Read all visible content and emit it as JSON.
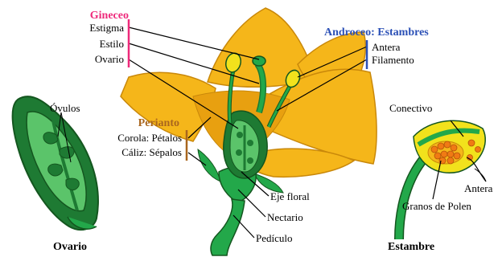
{
  "colors": {
    "gineceo": "#ee2a7b",
    "androceo": "#2b50b6",
    "perianto": "#a9661e",
    "petal": "#f5b61a",
    "petal_edge": "#c9880a",
    "green_dark": "#1e7a33",
    "green": "#23a84a",
    "green_light": "#5bc46a",
    "anther": "#f2e21c",
    "pollen": "#f07a14"
  },
  "groups": {
    "gineceo": "Gineceo",
    "androceo": "Androceo: Estambres",
    "perianto": "Perianto"
  },
  "labels": {
    "estigma": "Estigma",
    "estilo": "Estilo",
    "ovario": "Ovario",
    "antera": "Antera",
    "filamento": "Filamento",
    "corola": "Corola: Pétalos",
    "caliz": "Cáliz: Sépalos",
    "ovulos": "Óvulos",
    "eje_floral": "Eje floral",
    "nectario": "Nectario",
    "pediculo": "Pedículo",
    "conectivo": "Conectivo",
    "antera_detail": "Antera",
    "granos_polen": "Granos de Polen"
  },
  "captions": {
    "ovario": "Ovario",
    "estambre": "Estambre"
  }
}
